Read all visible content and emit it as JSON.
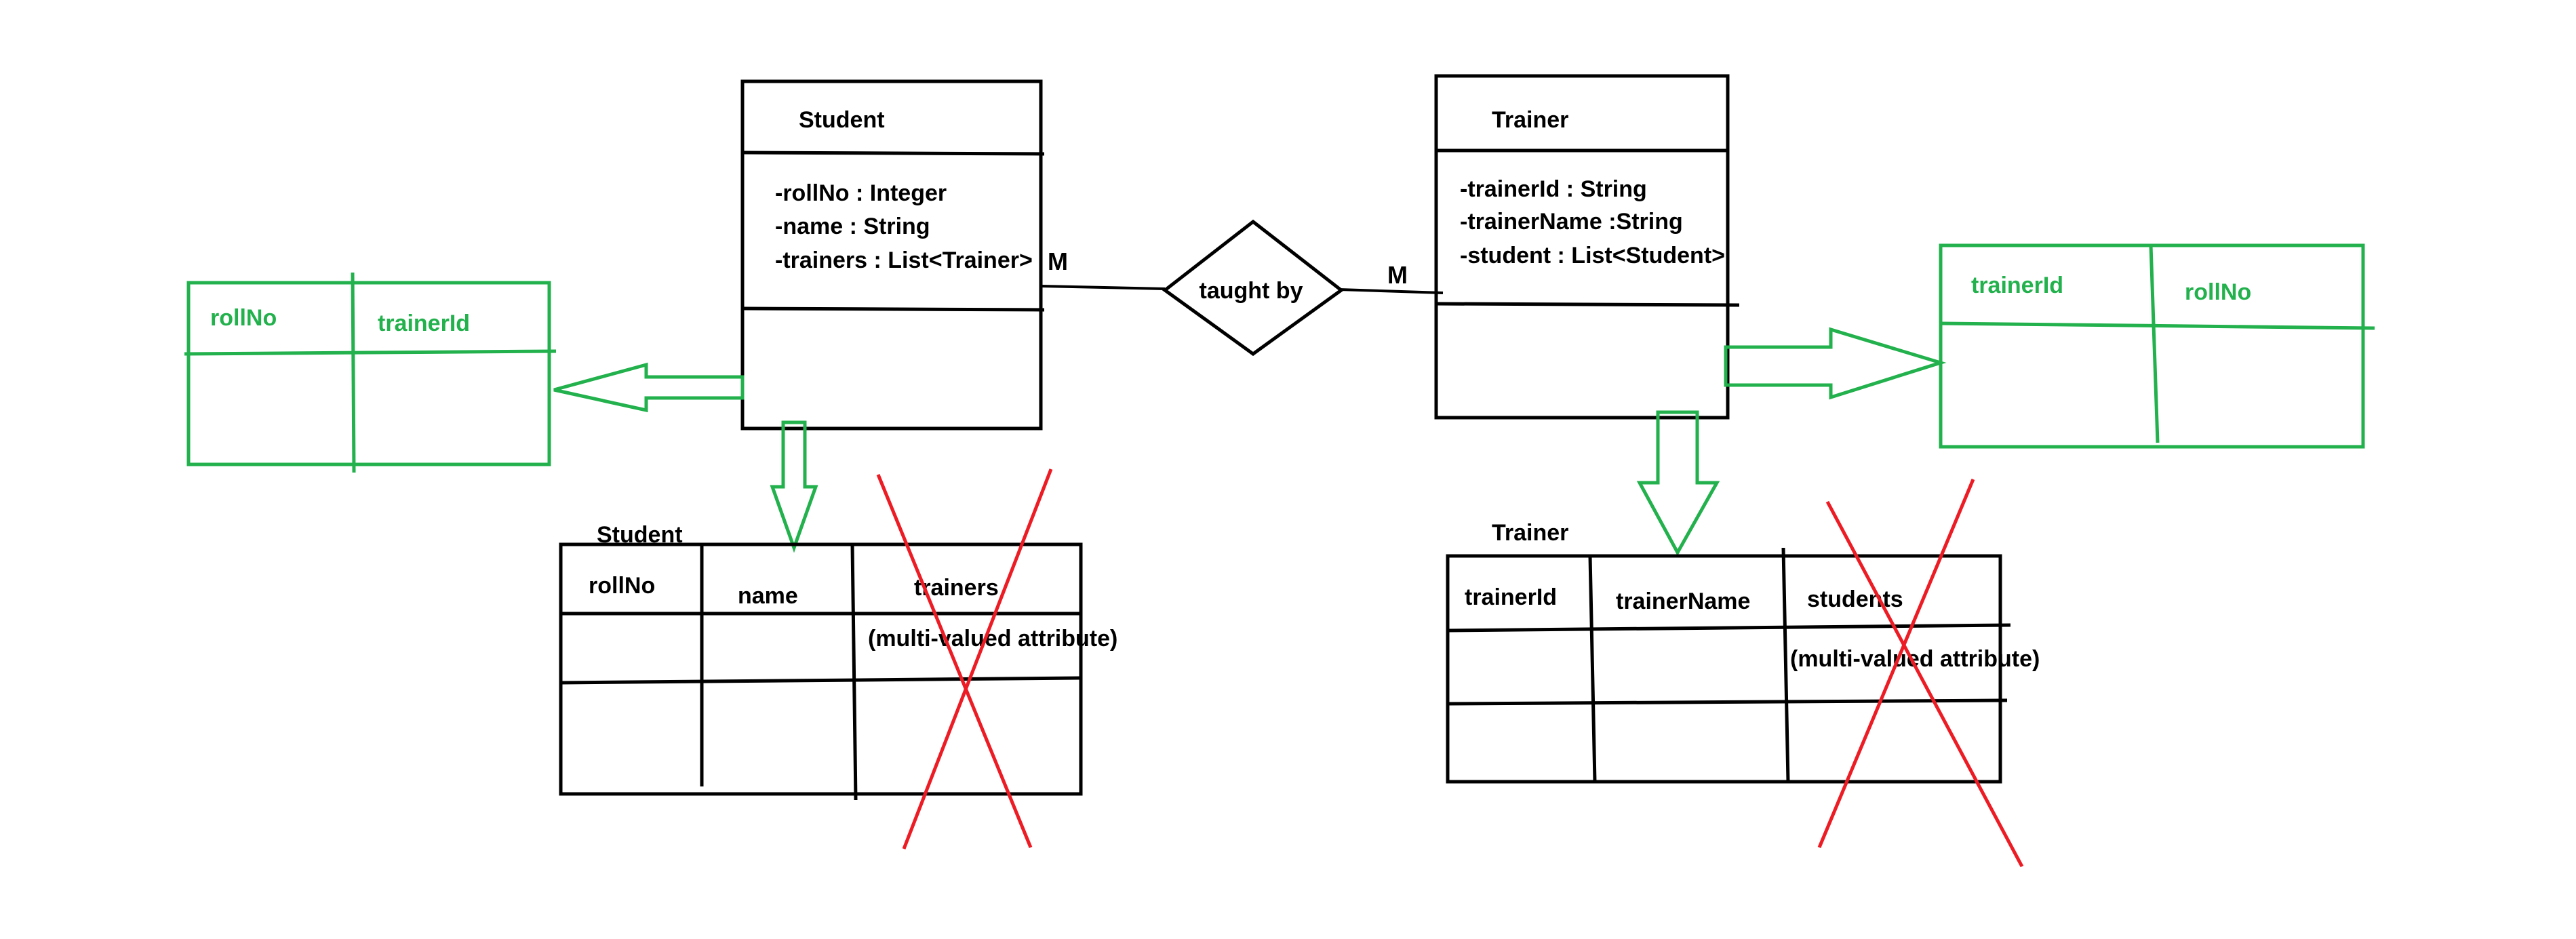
{
  "colors": {
    "ink": "#000000",
    "green": "#22b14c",
    "red": "#ed1c24",
    "background": "#ffffff"
  },
  "relationship": {
    "label": "taught by",
    "left_cardinality": "M",
    "right_cardinality": "M"
  },
  "student_class": {
    "name": "Student",
    "attributes": [
      "-rollNo : Integer",
      "-name : String",
      "-trainers : List<Trainer>"
    ]
  },
  "trainer_class": {
    "name": "Trainer",
    "attributes": [
      "-trainerId : String",
      "-trainerName :String",
      "-student : List<Student>"
    ]
  },
  "student_table": {
    "title": "Student",
    "columns": [
      "rollNo",
      "name",
      "trainers"
    ],
    "note": "(multi-valued attribute)"
  },
  "trainer_table": {
    "title": "Trainer",
    "columns": [
      "trainerId",
      "trainerName",
      "students"
    ],
    "note": "(multi-valued attribute)"
  },
  "student_junction_table": {
    "columns": [
      "rollNo",
      "trainerId"
    ]
  },
  "trainer_junction_table": {
    "columns": [
      "trainerId",
      "rollNo"
    ]
  }
}
